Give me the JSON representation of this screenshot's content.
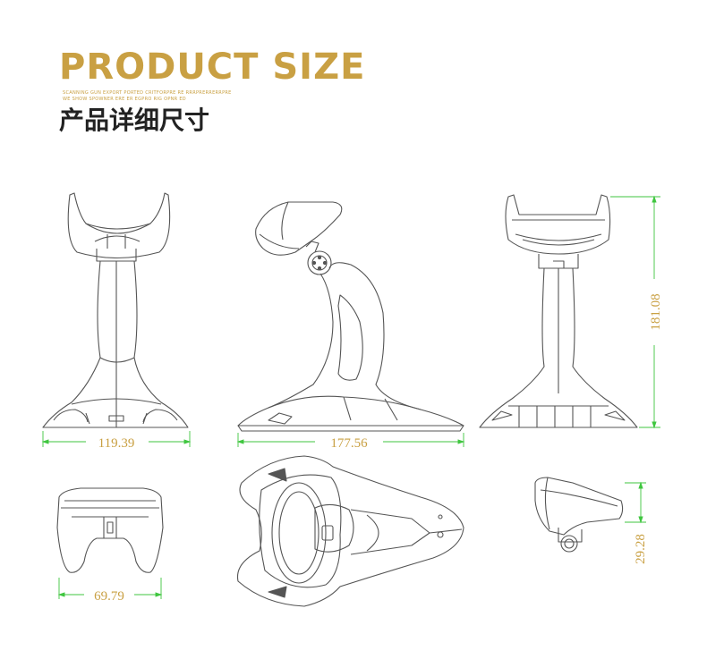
{
  "header": {
    "title": "PRODUCT SIZE",
    "subtitle_line1": "SCANNING GUN EXPORT PORTED CRITFORPRE RE RRRPRERRERRPRE",
    "subtitle_line2": "WE SHOW SPOWNER ERE ER EGPRO RIG OPNR ED",
    "cn_title": "产品详细尺寸"
  },
  "dimensions": {
    "front_width": "119.39",
    "side_depth": "177.56",
    "back_height": "181.08",
    "head_width": "69.79",
    "head_height": "29.28"
  },
  "colors": {
    "gold": "#c9a043",
    "dim_line": "#3fc63f",
    "dim_text": "#c9a043",
    "line_art": "#555555"
  }
}
